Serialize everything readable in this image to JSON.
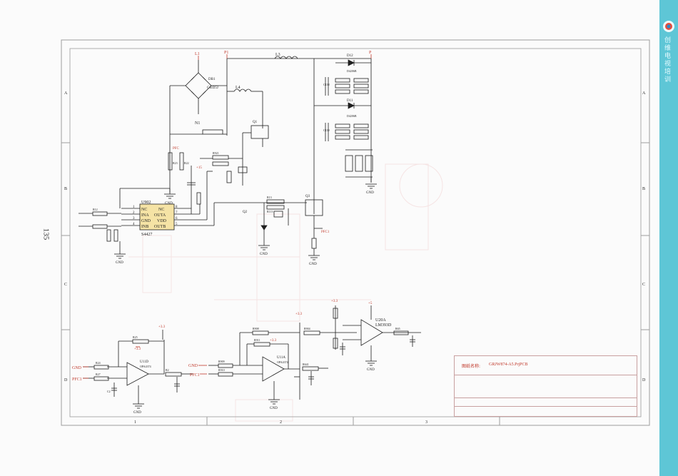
{
  "page_number": "135",
  "side_text": "创维电视培训",
  "border": {
    "rows": [
      "A",
      "B",
      "C",
      "D"
    ],
    "cols": [
      "1",
      "2",
      "3"
    ]
  },
  "title_block": {
    "label": "图纸名称:",
    "value": "GRJW874-A5.PrjPCB"
  },
  "nets": {
    "L1": "L1",
    "N1": "N1",
    "P1": "P1",
    "P": "P",
    "GND": "GND",
    "PFC": "PFC",
    "PFC1": "PFC1",
    "V15": "+15",
    "V33": "+3.3",
    "V5": "+5"
  },
  "parts": {
    "DB1": "DB1",
    "DB1_val": "GBJ25J",
    "L3": "L3",
    "L4": "L4",
    "D12": "D12",
    "D12_val": "D4206B",
    "D11": "D11",
    "D11_val": "D4206B",
    "Q1": "Q1",
    "Q2": "Q2",
    "Q3": "Q3",
    "U902": "U902",
    "U902_val": "S4427",
    "U902_pins_left": [
      "NC",
      "INA",
      "GND",
      "INB"
    ],
    "U902_pins_right": [
      "NC",
      "OUTA",
      "VDD",
      "OUTB"
    ],
    "U902_pin_nums_left": [
      "1",
      "2",
      "3",
      "4"
    ],
    "U902_pin_nums_right": [
      "8",
      "7",
      "6",
      "5"
    ],
    "U11D": "U11D",
    "U11D_val": "OPA4374",
    "U11A": "U11A",
    "U11A_val": "OPA4374",
    "U20A": "U20A",
    "U20A_val": "LM393D",
    "C138": "C138",
    "C139": "C139",
    "R23": "R23",
    "R22": "R22",
    "R921": "R921",
    "R24": "R24",
    "R25": "R25",
    "R27": "R27",
    "R2": "R2",
    "C2": "C2",
    "R909": "R909",
    "R910": "R910",
    "R911": "R911",
    "R908": "R908",
    "R904": "R904",
    "R641": "R641",
    "R65": "R65",
    "R13": "R13",
    "R113": "R113",
    "R12": "R12"
  }
}
